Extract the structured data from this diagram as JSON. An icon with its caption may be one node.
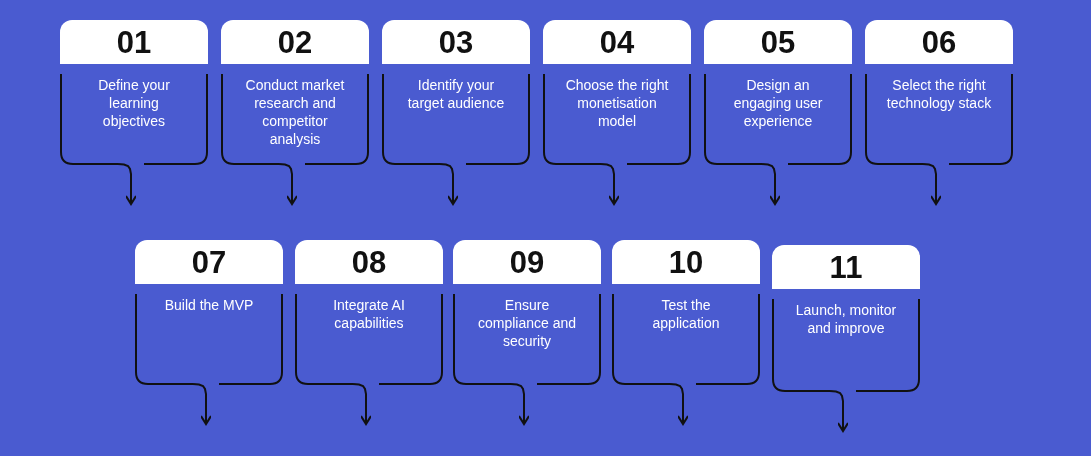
{
  "diagram": {
    "nodes": [
      {
        "text": [
          "01",
          "Define your learning objectives"
        ]
      },
      {
        "text": [
          "02",
          "Conduct market research and competitor analysis"
        ]
      },
      {
        "text": [
          "03",
          "Identify your target audience"
        ]
      },
      {
        "text": [
          "04",
          "Choose the right monetisation model"
        ]
      },
      {
        "text": [
          "05",
          "Design an engaging user experience"
        ]
      },
      {
        "text": [
          "06",
          "Select the right technology stack"
        ]
      },
      {
        "text": [
          "07",
          "Build the MVP"
        ]
      },
      {
        "text": [
          "08",
          "Integrate AI capabilities"
        ]
      },
      {
        "text": [
          "09",
          "Ensure compliance and security"
        ]
      },
      {
        "text": [
          "10",
          "Test the application"
        ]
      },
      {
        "text": [
          "11",
          "Launch, monitor and improve"
        ]
      }
    ],
    "edges": [
      {
        "from": 0,
        "to": null,
        "arrow": "to"
      },
      {
        "from": 1,
        "to": null,
        "arrow": "to"
      },
      {
        "from": 2,
        "to": null,
        "arrow": "to"
      },
      {
        "from": 3,
        "to": null,
        "arrow": "to"
      },
      {
        "from": 4,
        "to": null,
        "arrow": "to"
      },
      {
        "from": 5,
        "to": null,
        "arrow": "to"
      },
      {
        "from": 6,
        "to": null,
        "arrow": "to"
      },
      {
        "from": 7,
        "to": null,
        "arrow": "to"
      },
      {
        "from": 8,
        "to": null,
        "arrow": "to"
      },
      {
        "from": 9,
        "to": null,
        "arrow": "to"
      },
      {
        "from": 10,
        "to": null,
        "arrow": "to"
      }
    ]
  }
}
